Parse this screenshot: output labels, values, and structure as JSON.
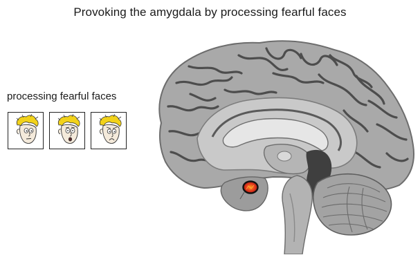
{
  "figure": {
    "title": "Provoking the amygdala by processing fearful faces"
  },
  "stimuli": {
    "label": "processing fearful faces",
    "faces": [
      {
        "expression": "neutral"
      },
      {
        "expression": "fearful"
      },
      {
        "expression": "fearful"
      }
    ]
  },
  "brain": {
    "view": "sagittal",
    "highlight": "amygdala",
    "colors": {
      "cortex": "#a9a9a9",
      "cortex_dark": "#7c7c7c",
      "sulci": "#4d4d4d",
      "white_matter": "#cfcfcf",
      "activation": "#e23b1e",
      "activation_ring": "#111111"
    }
  }
}
